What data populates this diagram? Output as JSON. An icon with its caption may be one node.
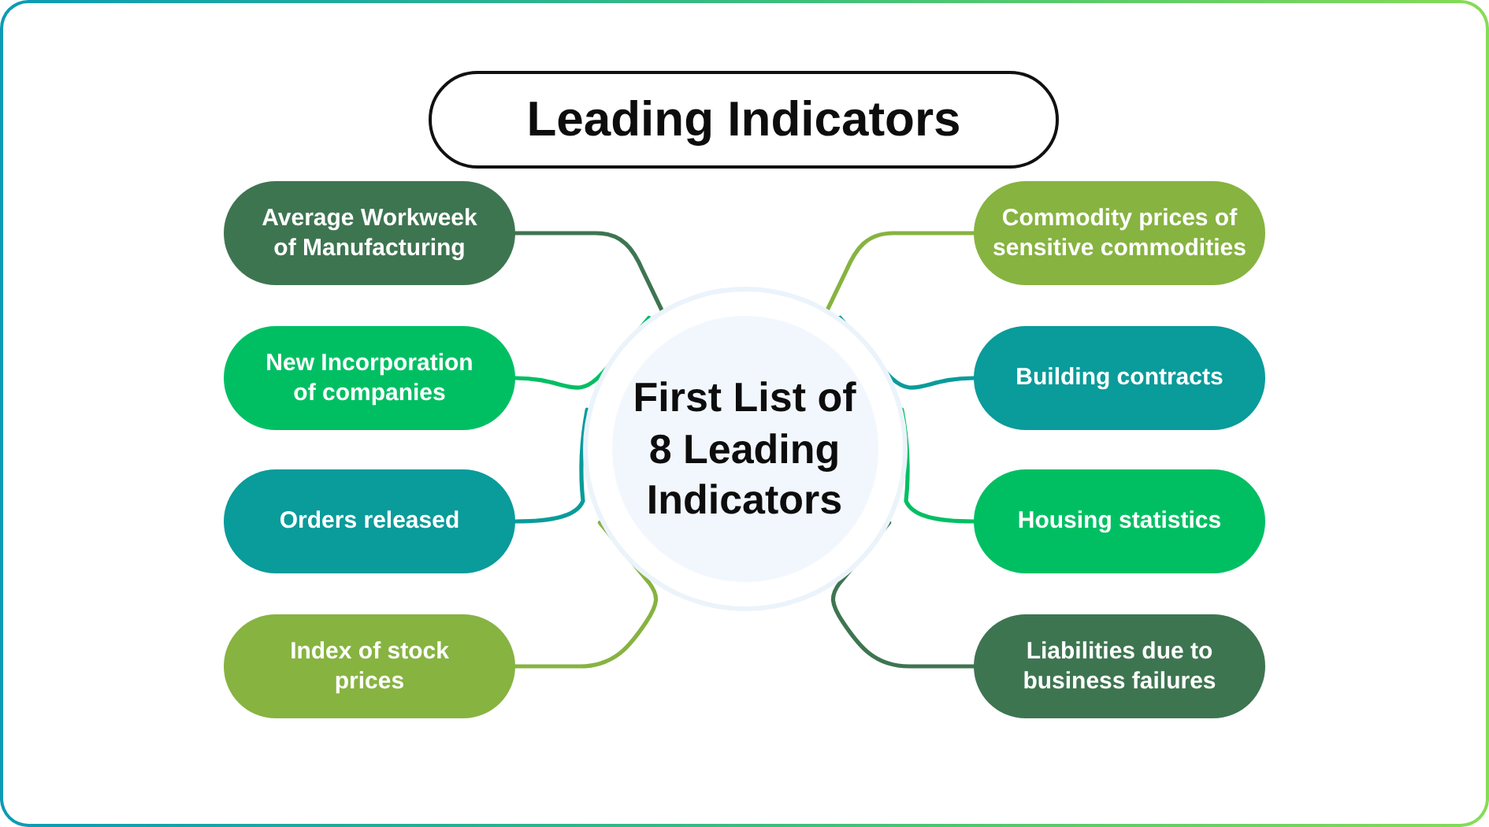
{
  "diagram": {
    "title": "Leading Indicators",
    "nodes": [
      {
        "text": [
          "Average Workweek of Manufacturing"
        ]
      },
      {
        "text": [
          "Commodity prices of sensitive commodities"
        ]
      },
      {
        "text": [
          "New Incorporation of companies"
        ]
      },
      {
        "text": [
          "First List of 8 Leading Indicators"
        ]
      },
      {
        "text": [
          "Building contracts"
        ]
      },
      {
        "text": [
          "Orders released"
        ]
      },
      {
        "text": [
          "Housing statistics"
        ]
      },
      {
        "text": [
          "Index of stock prices"
        ]
      },
      {
        "text": [
          "Liabilities due to business failures"
        ]
      }
    ],
    "edges": [
      {
        "from": 0,
        "to": 3,
        "arrow": "none",
        "color": "#3e7551"
      },
      {
        "from": 1,
        "to": 3,
        "arrow": "none",
        "color": "#87b341"
      },
      {
        "from": 2,
        "to": 3,
        "arrow": "none",
        "color": "#00bf63"
      },
      {
        "from": 4,
        "to": 3,
        "arrow": "none",
        "color": "#0a9b9b"
      },
      {
        "from": 5,
        "to": 3,
        "arrow": "none",
        "color": "#0a9b9b"
      },
      {
        "from": 6,
        "to": 3,
        "arrow": "none",
        "color": "#00bf63"
      },
      {
        "from": 7,
        "to": 3,
        "arrow": "none",
        "color": "#87b341"
      },
      {
        "from": 8,
        "to": 3,
        "arrow": "none",
        "color": "#3e7551"
      }
    ]
  }
}
